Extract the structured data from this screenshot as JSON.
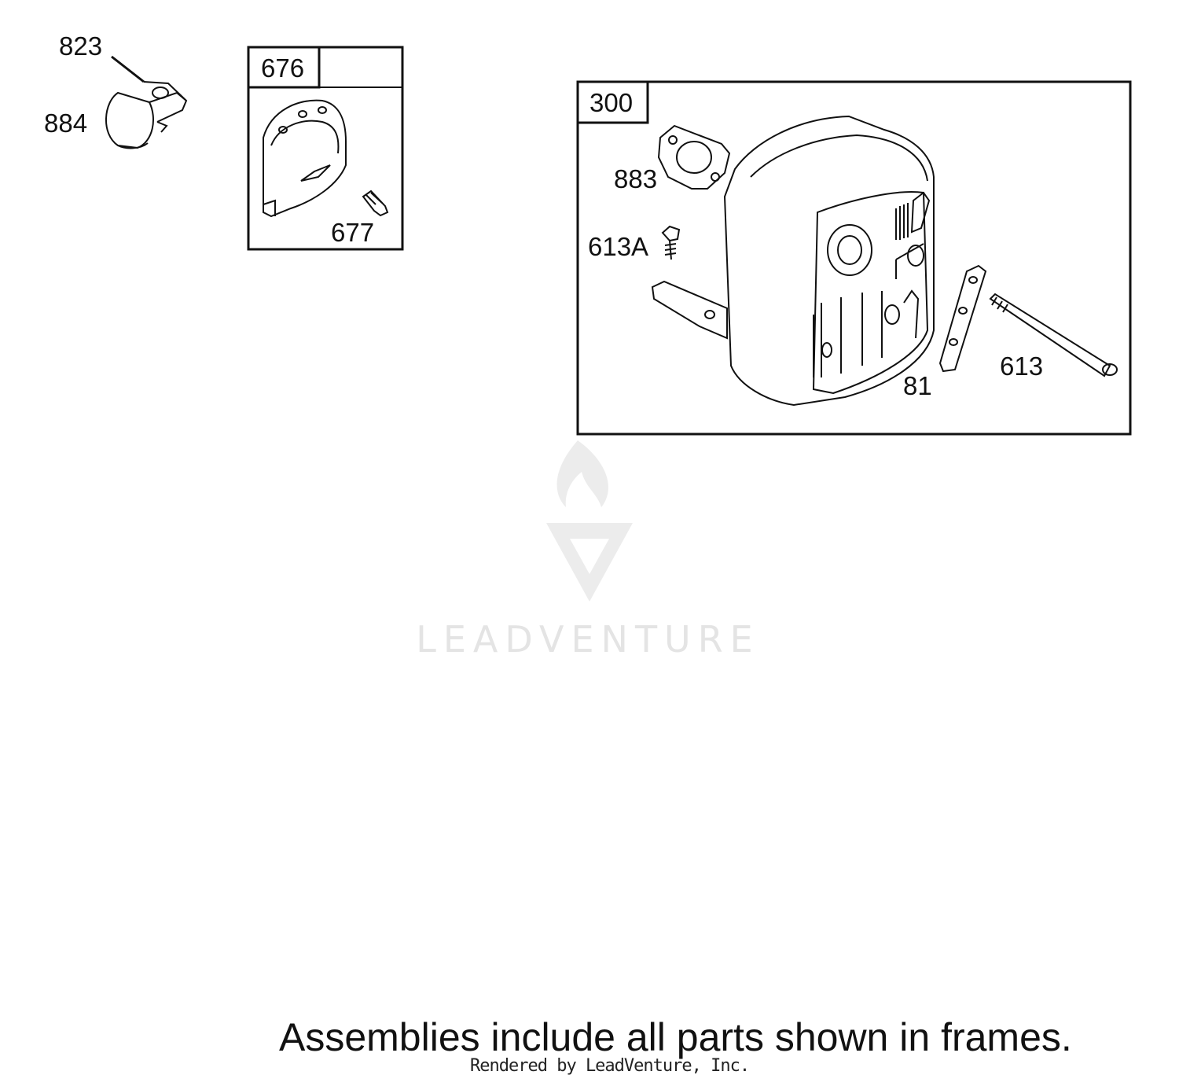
{
  "frames": {
    "f676": {
      "tag": "676"
    },
    "f300": {
      "tag": "300"
    }
  },
  "parts": {
    "p823": "823",
    "p884": "884",
    "p677": "677",
    "p883": "883",
    "p613A": "613A",
    "p81": "81",
    "p613": "613"
  },
  "note": "Assemblies include all parts shown in frames.",
  "rendered_by": "Rendered by LeadVenture, Inc.",
  "watermark": {
    "text": "LEADVENTURE",
    "color": "#e4e4e4"
  },
  "colors": {
    "line": "#111111",
    "background": "#ffffff"
  }
}
